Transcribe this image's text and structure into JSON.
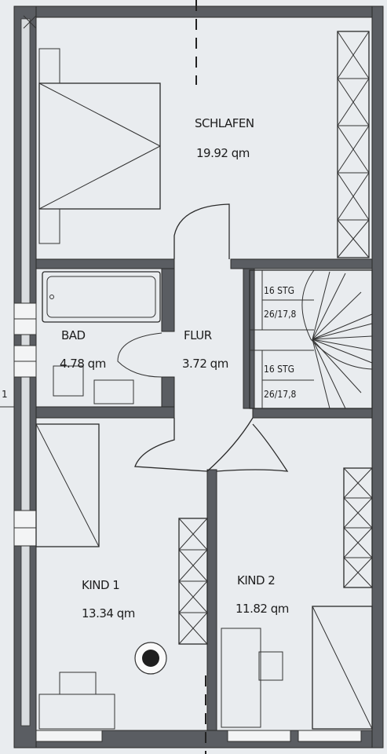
{
  "rooms": [
    {
      "name": "SCHLAFEN",
      "area": "19.92 qm"
    },
    {
      "name": "BAD",
      "area": "4.78 qm"
    },
    {
      "name": "FLUR",
      "area": "3.72 qm"
    },
    {
      "name": "KIND 1",
      "area": "13.34 qm"
    },
    {
      "name": "KIND 2",
      "area": "11.82 qm"
    }
  ],
  "stairs": [
    {
      "steps": "16 STG",
      "ratio": "26/17,8"
    },
    {
      "steps": "16 STG",
      "ratio": "26/17,8"
    }
  ],
  "edge_marker": "1"
}
